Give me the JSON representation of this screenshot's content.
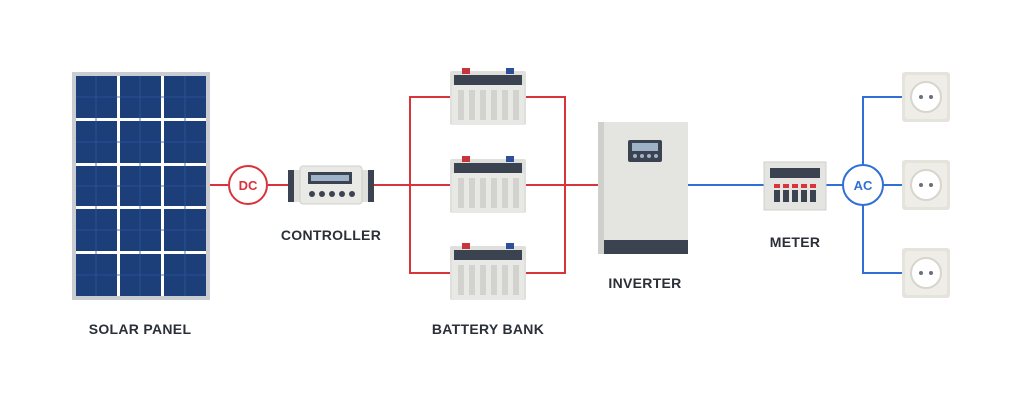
{
  "colors": {
    "dc_wire": "#d8343c",
    "ac_wire": "#2f6fd6",
    "panel_cell": "#1c3f7a",
    "panel_frame": "#c9ccd1",
    "label_text": "#2b2f38"
  },
  "badges": {
    "dc": "DC",
    "ac": "AC"
  },
  "labels": {
    "solar_panel": "SOLAR PANEL",
    "controller": "CONTROLLER",
    "battery_bank": "BATTERY BANK",
    "inverter": "INVERTER",
    "meter": "METER"
  },
  "components": {
    "solar_panel_icon": "solar-panel-icon",
    "controller_icon": "charge-controller-icon",
    "battery_icon": "battery-icon",
    "inverter_icon": "inverter-icon",
    "meter_icon": "meter-icon",
    "outlet_icon": "power-outlet-icon"
  }
}
